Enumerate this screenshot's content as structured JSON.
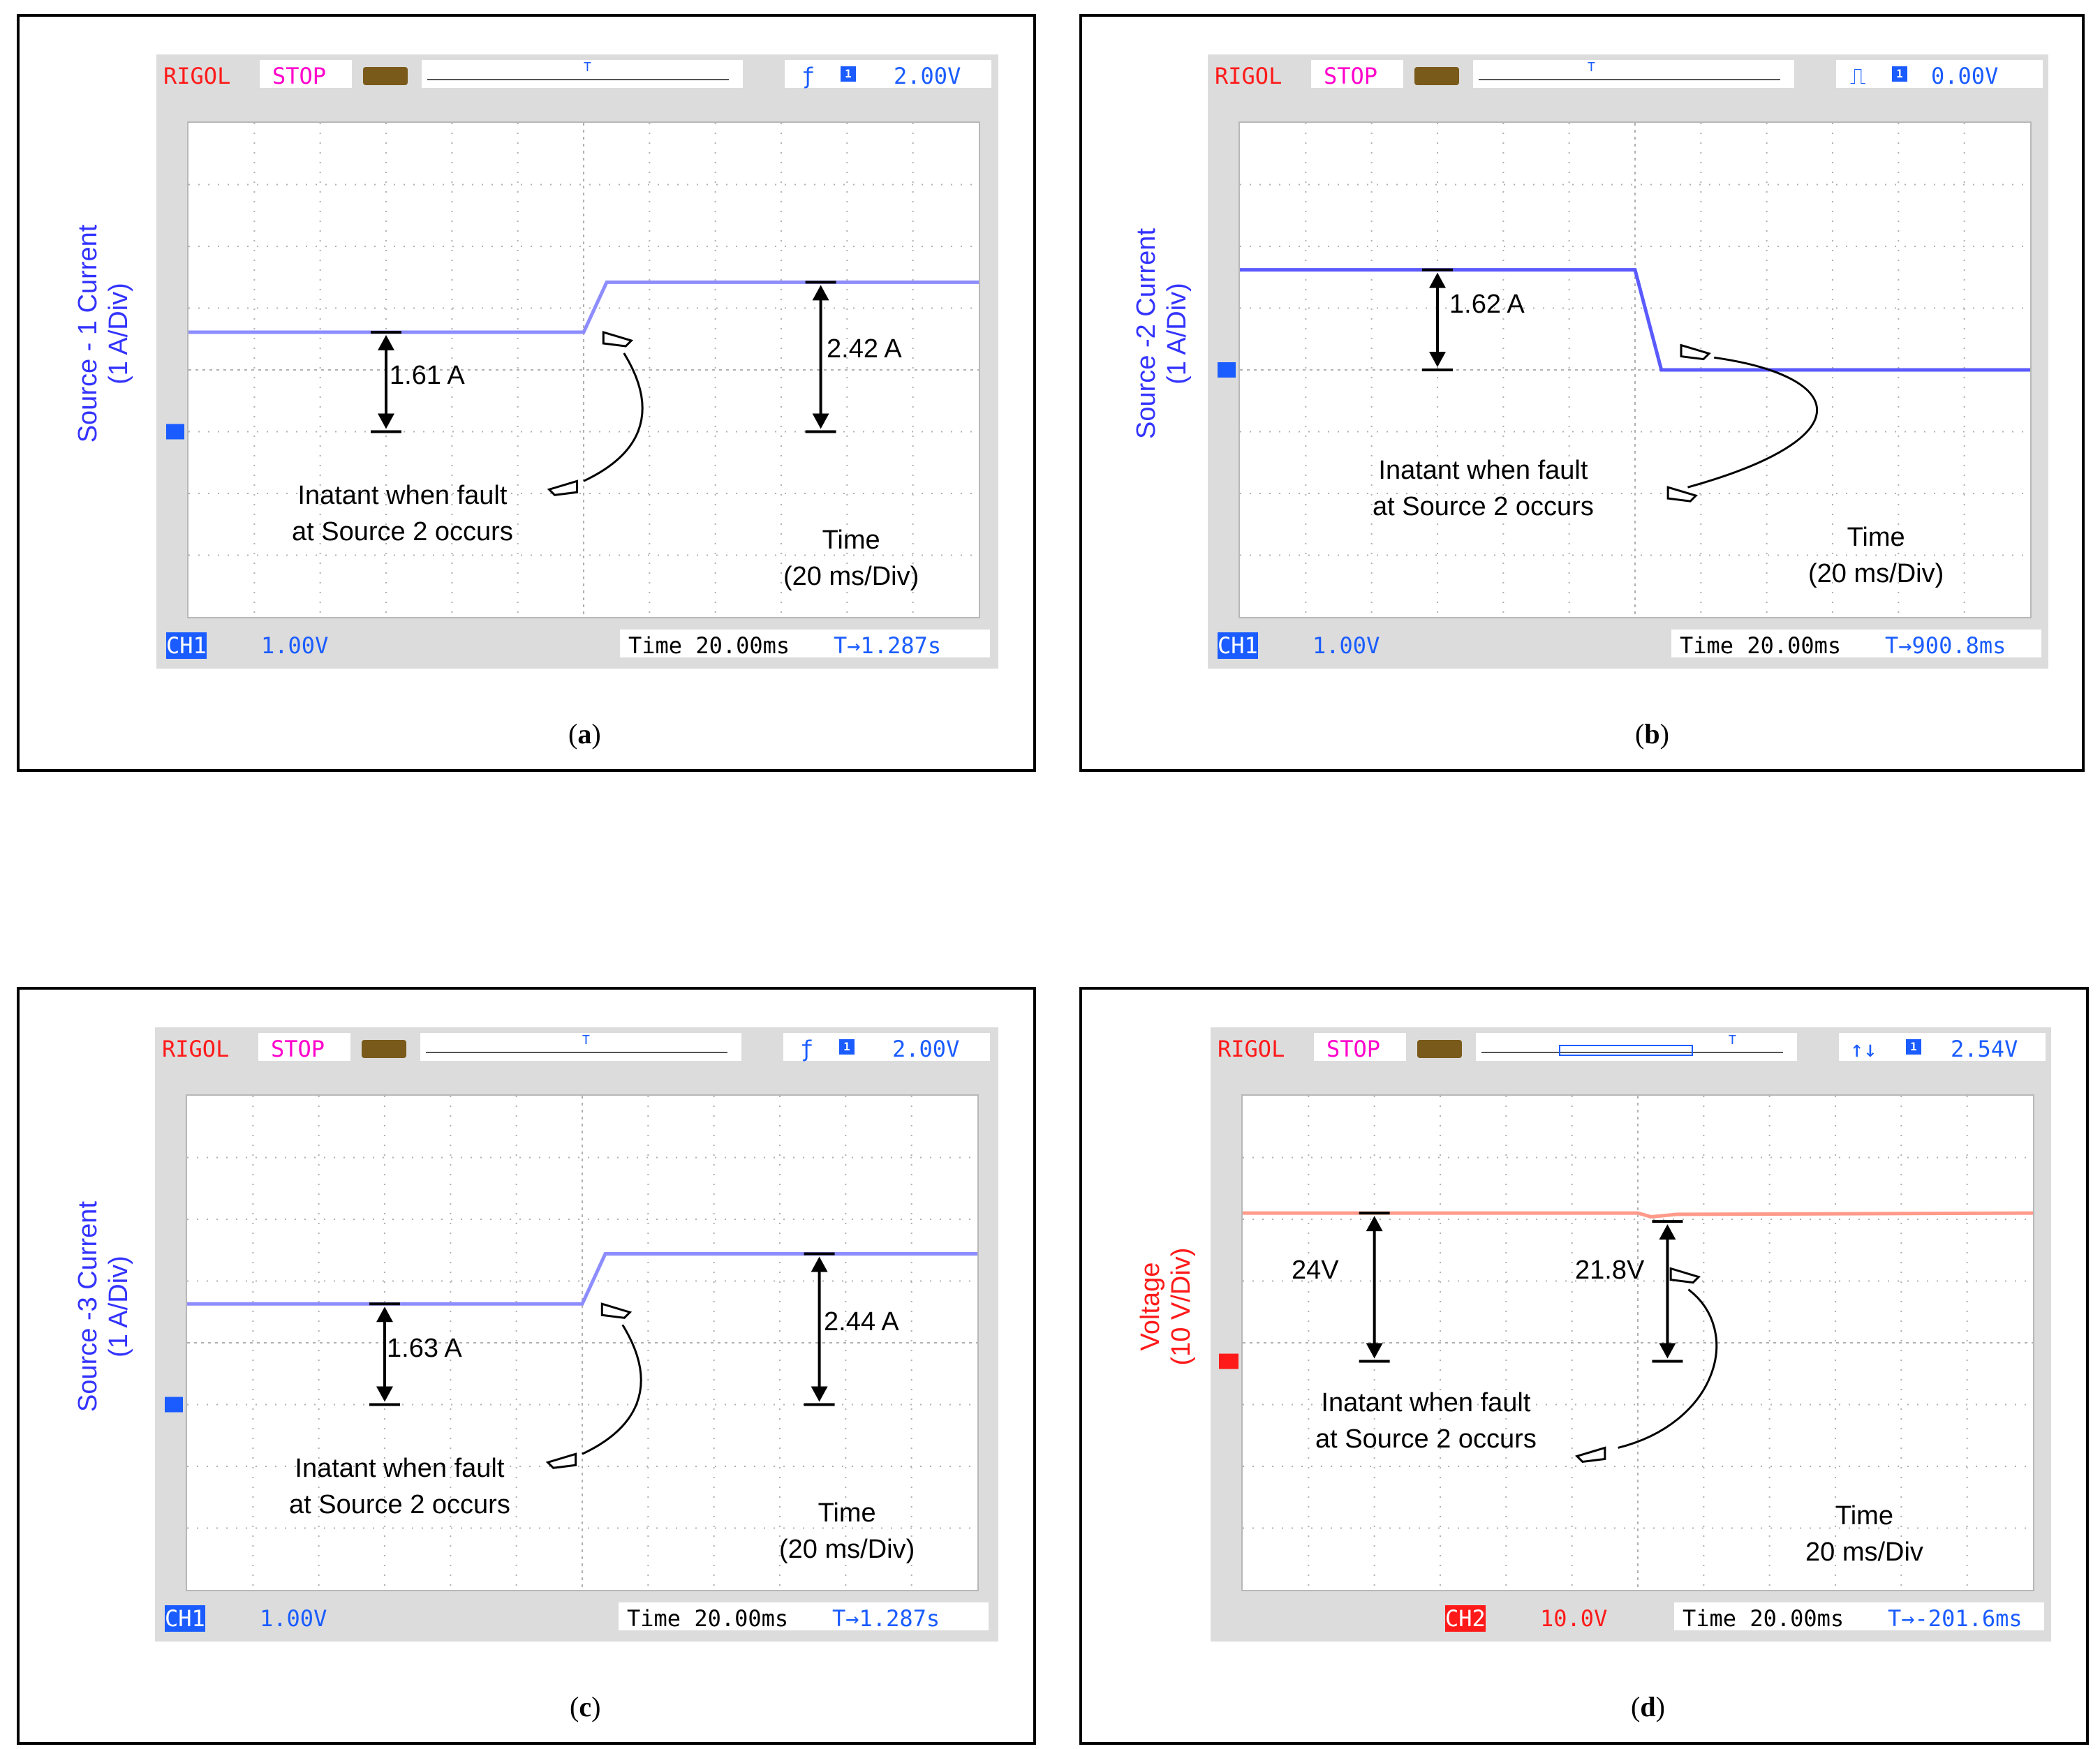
{
  "colors": {
    "blue": "#3333ff",
    "trace_blue": "#8d8dff",
    "trace_blue_dark": "#5a5aff",
    "red": "#ff1a1a",
    "trace_red": "#ff9a8a",
    "magenta": "#ff00cc"
  },
  "scope_common": {
    "brand": "RIGOL",
    "state": "STOP",
    "time_label": "Time 20.00ms",
    "fault_note_line1": "Inatant when fault",
    "fault_note_line2": "at Source 2 occurs",
    "time_title": "Time"
  },
  "panels": [
    {
      "caption": "a",
      "trigger_readout": "2.00V",
      "trigger_icon": "rising-edge-icon",
      "channel_label": "CH1",
      "scale": "1.00V",
      "time_offset": "T→1.287s",
      "y_label_line1": "Source - 1 Current",
      "y_label_line2": "(1 A/Div)",
      "time_div": "(20 ms/Div)",
      "measure_left": "1.61 A",
      "measure_right": "2.42 A"
    },
    {
      "caption": "b",
      "trigger_readout": "0.00V",
      "trigger_icon": "pulse-icon",
      "channel_label": "CH1",
      "scale": "1.00V",
      "time_offset": "T→900.8ms",
      "y_label_line1": "Source -2 Current",
      "y_label_line2": "(1 A/Div)",
      "time_div": "(20 ms/Div)",
      "measure_left": "1.62 A"
    },
    {
      "caption": "c",
      "trigger_readout": "2.00V",
      "trigger_icon": "rising-edge-icon",
      "channel_label": "CH1",
      "scale": "1.00V",
      "time_offset": "T→1.287s",
      "y_label_line1": "Source -3 Current",
      "y_label_line2": "(1 A/Div)",
      "time_div": "(20 ms/Div)",
      "measure_left": "1.63 A",
      "measure_right": "2.44 A"
    },
    {
      "caption": "d",
      "trigger_readout": "2.54V",
      "trigger_icon": "up-down-arrows-icon",
      "channel_label": "CH2",
      "scale": "10.0V",
      "time_offset": "T→-201.6ms",
      "y_label_line1": "Voltage",
      "y_label_line2": "(10 V/Div)",
      "time_div": "20 ms/Div",
      "measure_left": "24V",
      "measure_right": "21.8V"
    }
  ],
  "chart_data": [
    {
      "type": "line",
      "ylabel": "Source - 1 Current (1 A/Div)",
      "xlabel": "Time (20 ms/Div)",
      "series": [
        {
          "x_div": [
            0,
            6,
            6.35,
            12
          ],
          "y_div": [
            1.61,
            1.61,
            2.42,
            2.42
          ]
        }
      ],
      "annotations": [
        "1.61 A",
        "2.42 A",
        "Inatant when fault at Source 2 occurs"
      ]
    },
    {
      "type": "line",
      "ylabel": "Source -2 Current (1 A/Div)",
      "xlabel": "Time (20 ms/Div)",
      "series": [
        {
          "x_div": [
            0,
            6,
            6.4,
            12
          ],
          "y_div": [
            1.62,
            1.62,
            0,
            0
          ]
        }
      ],
      "annotations": [
        "1.62 A",
        "Inatant when fault at Source 2 occurs"
      ]
    },
    {
      "type": "line",
      "ylabel": "Source -3 Current (1 A/Div)",
      "xlabel": "Time (20 ms/Div)",
      "series": [
        {
          "x_div": [
            0,
            6,
            6.35,
            12
          ],
          "y_div": [
            1.63,
            1.63,
            2.44,
            2.44
          ]
        }
      ],
      "annotations": [
        "1.63 A",
        "2.44 A",
        "Inatant when fault at Source 2 occurs"
      ]
    },
    {
      "type": "line",
      "ylabel": "Voltage (10 V/Div)",
      "xlabel": "Time 20 ms/Div",
      "series": [
        {
          "x_div": [
            0,
            6,
            6.2,
            6.6,
            12
          ],
          "y_v": [
            24,
            24,
            21.8,
            23.6,
            24
          ]
        }
      ],
      "annotations": [
        "24V",
        "21.8V",
        "Inatant when fault at Source 2 occurs"
      ]
    }
  ]
}
